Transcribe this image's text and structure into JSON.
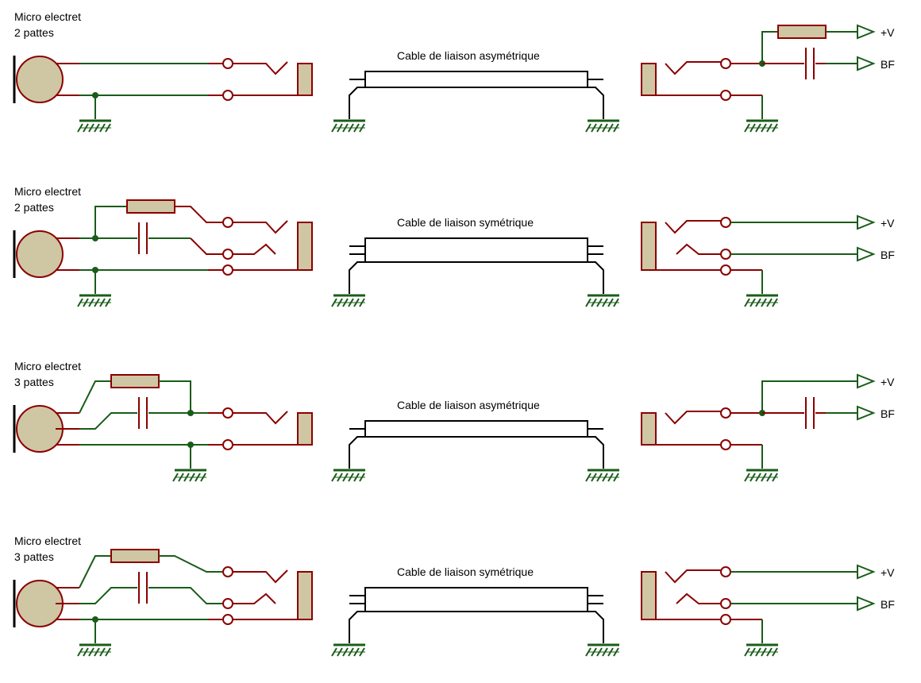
{
  "colors": {
    "wire_red": "#8b0000",
    "wire_green": "#1a5c1a",
    "component_fill": "#cfc6a4",
    "cable": "#000000",
    "background": "#ffffff"
  },
  "rows": [
    {
      "mic_label_line1": "Micro electret",
      "mic_label_line2": "2 pattes",
      "cable_label": "Cable de liaison asymétrique",
      "out_vplus": "+V",
      "out_bf": "BF"
    },
    {
      "mic_label_line1": "Micro electret",
      "mic_label_line2": "2 pattes",
      "cable_label": "Cable de liaison symétrique",
      "out_vplus": "+V",
      "out_bf": "BF"
    },
    {
      "mic_label_line1": "Micro electret",
      "mic_label_line2": "3 pattes",
      "cable_label": "Cable de liaison asymétrique",
      "out_vplus": "+V",
      "out_bf": "BF"
    },
    {
      "mic_label_line1": "Micro electret",
      "mic_label_line2": "3 pattes",
      "cable_label": "Cable de liaison symétrique",
      "out_vplus": "+V",
      "out_bf": "BF"
    }
  ]
}
